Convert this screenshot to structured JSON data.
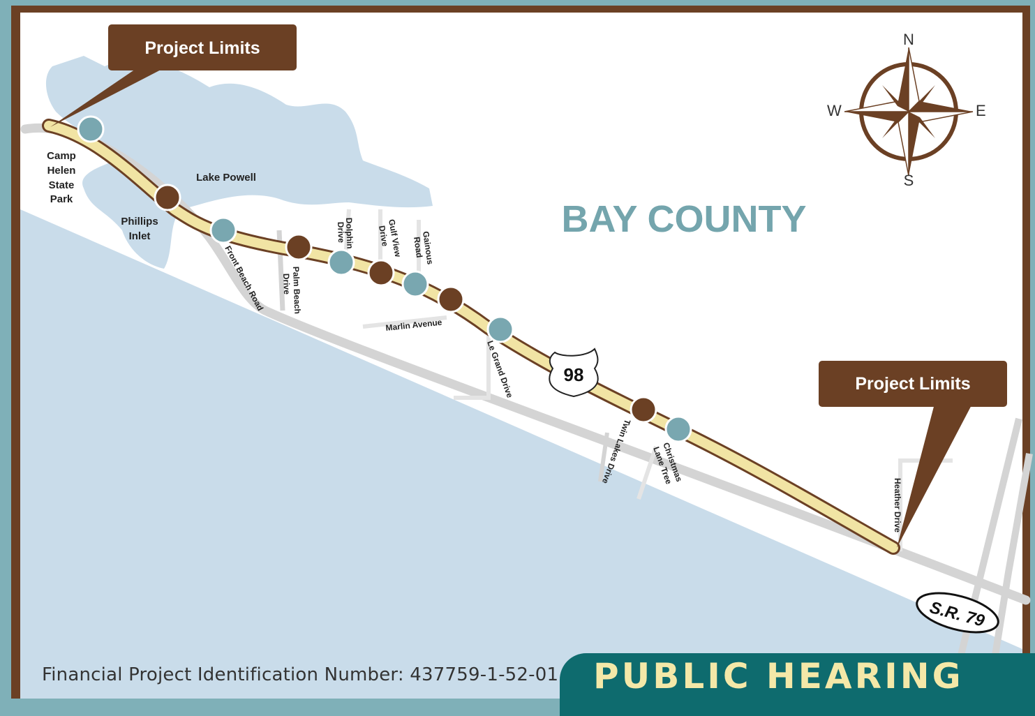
{
  "region_label": "BAY COUNTY",
  "project_limits": {
    "west_label": "Project Limits",
    "east_label": "Project Limits"
  },
  "route_shields": {
    "us": "98",
    "state": "S.R. 79"
  },
  "compass": {
    "n": "N",
    "s": "S",
    "e": "E",
    "w": "W"
  },
  "places": {
    "camp_helen": [
      "Camp",
      "Helen",
      "State",
      "Park"
    ],
    "lake_powell": "Lake Powell",
    "phillips_inlet": [
      "Phillips",
      "Inlet"
    ]
  },
  "roads": {
    "front_beach_road": "Front Beach Road",
    "palm_beach_drive": [
      "Palm Beach",
      "Drive"
    ],
    "dolphin_drive": [
      "Dolphin",
      "Drive"
    ],
    "gulf_view_drive": [
      "Gulf View",
      "Drive"
    ],
    "gainous_road": [
      "Gainous",
      "Road"
    ],
    "marlin_avenue": "Marlin Avenue",
    "le_grand_drive": "Le Grand Drive",
    "twin_lakes_drive": "Twin Lakes Drive",
    "christmas_tree_lane": [
      "Christmas",
      "Lane Tree"
    ],
    "heather_drive": "Heather Drive"
  },
  "footer": {
    "fpid_label": "Financial Project Identification Number:",
    "fpid_number": "437759-1-52-01",
    "banner": "PUBLIC HEARING"
  },
  "colors": {
    "frame": "#6b4024",
    "water": "#c9dcea",
    "corridor": "#f1e4a4",
    "marker_brown": "#6b4024",
    "marker_teal": "#79a7b0",
    "title_teal": "#74a5ad",
    "banner": "#0e6b6e"
  }
}
